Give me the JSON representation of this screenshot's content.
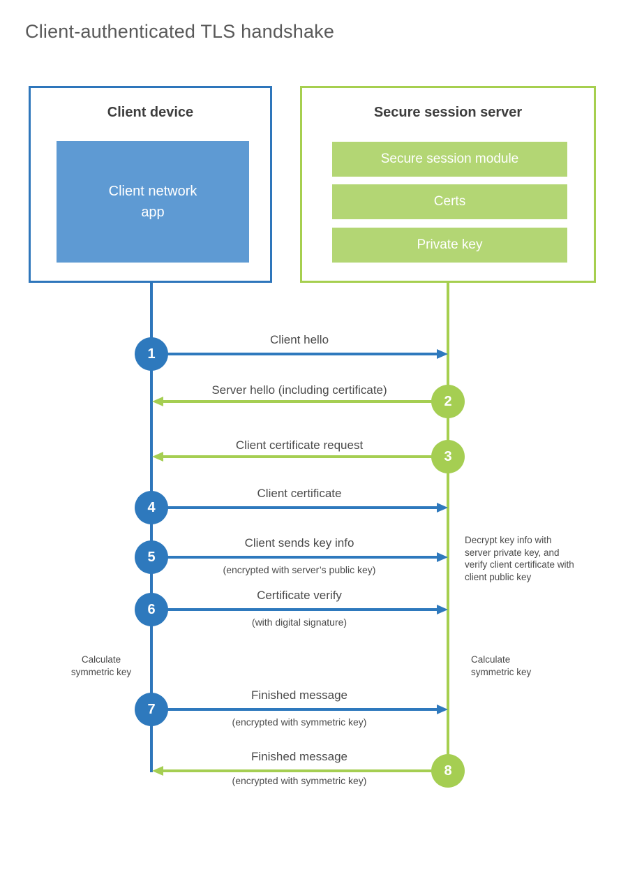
{
  "title": "Client-authenticated TLS handshake",
  "colors": {
    "blue_line": "#2E79BD",
    "blue_border": "#2E76BB",
    "blue_fill": "#5E9AD3",
    "green_line": "#A5CE52",
    "green_border": "#A6CF4F",
    "green_fill": "#B3D674",
    "text_dark": "#3d3d3d",
    "text_gray": "#4a4a4a",
    "title_gray": "#595959"
  },
  "client_box": {
    "title": "Client device",
    "app": "Client network\napp"
  },
  "server_box": {
    "title": "Secure session server",
    "modules": [
      "Secure session module",
      "Certs",
      "Private key"
    ]
  },
  "steps": [
    {
      "num": "1",
      "actor": "client",
      "direction": "right",
      "label": "Client hello",
      "sublabel": ""
    },
    {
      "num": "2",
      "actor": "server",
      "direction": "left",
      "label": "Server hello (including certificate)",
      "sublabel": ""
    },
    {
      "num": "3",
      "actor": "server",
      "direction": "left",
      "label": "Client certificate request",
      "sublabel": ""
    },
    {
      "num": "4",
      "actor": "client",
      "direction": "right",
      "label": "Client certificate",
      "sublabel": ""
    },
    {
      "num": "5",
      "actor": "client",
      "direction": "right",
      "label": "Client sends key info",
      "sublabel": "(encrypted with server’s public key)"
    },
    {
      "num": "6",
      "actor": "client",
      "direction": "right",
      "label": "Certificate verify",
      "sublabel": "(with digital signature)"
    },
    {
      "num": "7",
      "actor": "client",
      "direction": "right",
      "label": "Finished message",
      "sublabel": "(encrypted with symmetric key)"
    },
    {
      "num": "8",
      "actor": "server",
      "direction": "left",
      "label": "Finished message",
      "sublabel": "(encrypted with symmetric key)"
    }
  ],
  "annotations": {
    "decrypt_note": "Decrypt key info with server private key, and verify client certificate with client public key",
    "calc_left": "Calculate\nsymmetric key",
    "calc_right": "Calculate\nsymmetric key"
  }
}
